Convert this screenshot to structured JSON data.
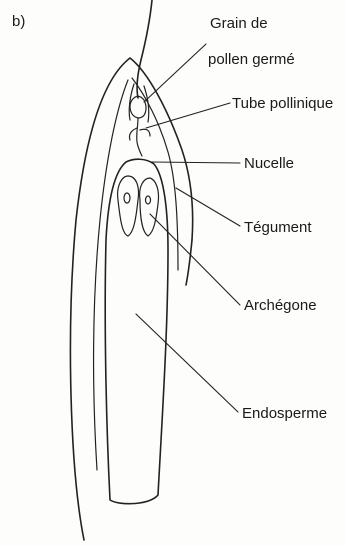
{
  "panel_label": "b)",
  "labels": {
    "grain_line1": "Grain de",
    "grain_line2": "pollen germé",
    "tube": "Tube pollinique",
    "nucelle": "Nucelle",
    "tegument": "Tégument",
    "archegone": "Archégone",
    "endosperme": "Endosperme"
  }
}
